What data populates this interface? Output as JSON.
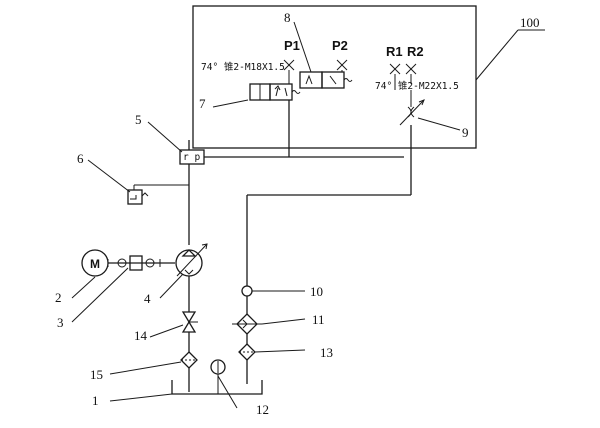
{
  "ports": {
    "p1": "P1",
    "p2": "P2",
    "r1": "R1",
    "r2": "R2"
  },
  "specs": {
    "left": "74° 锥2-M18X1.5",
    "right": "74° 锥2-M22X1.5"
  },
  "motor": {
    "label": "M"
  },
  "callouts": {
    "c1": "1",
    "c2": "2",
    "c3": "3",
    "c4": "4",
    "c5": "5",
    "c6": "6",
    "c7": "7",
    "c8": "8",
    "c9": "9",
    "c10": "10",
    "c11": "11",
    "c12": "12",
    "c13": "13",
    "c14": "14",
    "c15": "15",
    "c100": "100"
  }
}
